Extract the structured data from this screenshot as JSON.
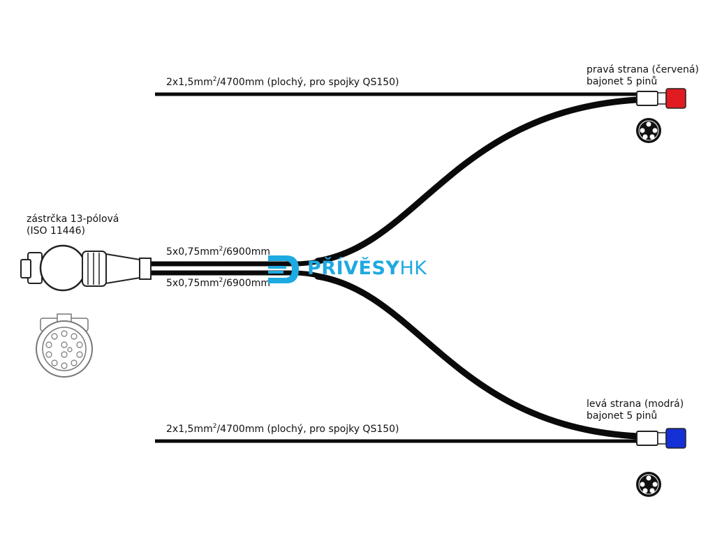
{
  "plug": {
    "label_line1": "zástrčka 13-pólová",
    "label_line2": "(ISO 11446)"
  },
  "cables": {
    "top_flat": {
      "text": "2x1,5mm",
      "sup": "2",
      "rest": "/4700mm (plochý, pro spojky QS150)"
    },
    "bottom_flat": {
      "text": "2x1,5mm",
      "sup": "2",
      "rest": "/4700mm (plochý, pro spojky QS150)"
    },
    "main_upper": {
      "text": "5x0,75mm",
      "sup": "2",
      "rest": "/6900mm"
    },
    "main_lower": {
      "text": "5x0,75mm",
      "sup": "2",
      "rest": "/6900mm"
    }
  },
  "right_side": {
    "line1": "pravá  strana (červená)",
    "line2": "bajonet 5 pinů",
    "color": "#e11b22"
  },
  "left_side": {
    "line1": "levá  strana (modrá)",
    "line2": "bajonet 5 pinů",
    "color": "#1530d6"
  },
  "logo": {
    "strong": "PŘÍVĚSY",
    "light": "HK",
    "color": "#1fa9e1"
  },
  "colors": {
    "cable": "#0a0a0a",
    "outline": "#222222"
  }
}
